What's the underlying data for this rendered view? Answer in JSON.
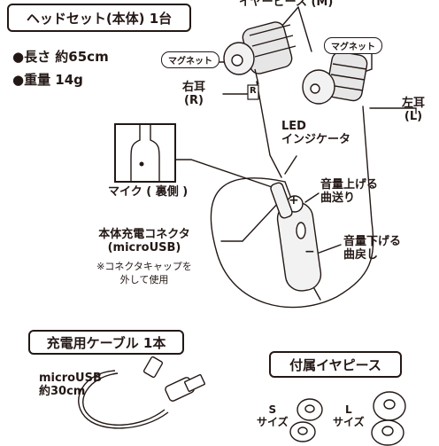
{
  "headset_box": {
    "label": "ヘッドセット(本体) 1台"
  },
  "specs": {
    "length": "●長さ 約65cm",
    "weight": "●重量 14g"
  },
  "labels": {
    "earpiece_m": "イヤーピース (M)",
    "magnet_left": "マグネット",
    "magnet_right": "マグネット",
    "right_ear_line1": "右耳",
    "right_ear_line2": "(R)",
    "left_ear_line1": "左耳",
    "left_ear_line2": "(L)",
    "ear_mark_r": "R",
    "led_line1": "LED",
    "led_line2": "インジケータ",
    "mic": "マイク ( 裏側 )",
    "vol_up_line1": "音量上げる",
    "vol_up_line2": "曲送り",
    "vol_down_line1": "音量下げる",
    "vol_down_line2": "曲戻し",
    "charge_line1": "本体充電コネクタ",
    "charge_line2": "(microUSB)",
    "charge_note_line1": "※コネクタキャップを",
    "charge_note_line2": "外して使用",
    "plus": "+",
    "minus": "−"
  },
  "cable_box": {
    "label": "充電用ケーブル 1本"
  },
  "cable": {
    "line1": "microUSB",
    "line2": "約30cm"
  },
  "eartips_box": {
    "label": "付属イヤピース"
  },
  "eartips": {
    "s_line1": "S",
    "s_line2": "サイズ",
    "l_line1": "L",
    "l_line2": "サイズ"
  },
  "colors": {
    "ink": "#231815",
    "body_gray": "#e6e6e6",
    "box_fill": "#ffffff"
  }
}
